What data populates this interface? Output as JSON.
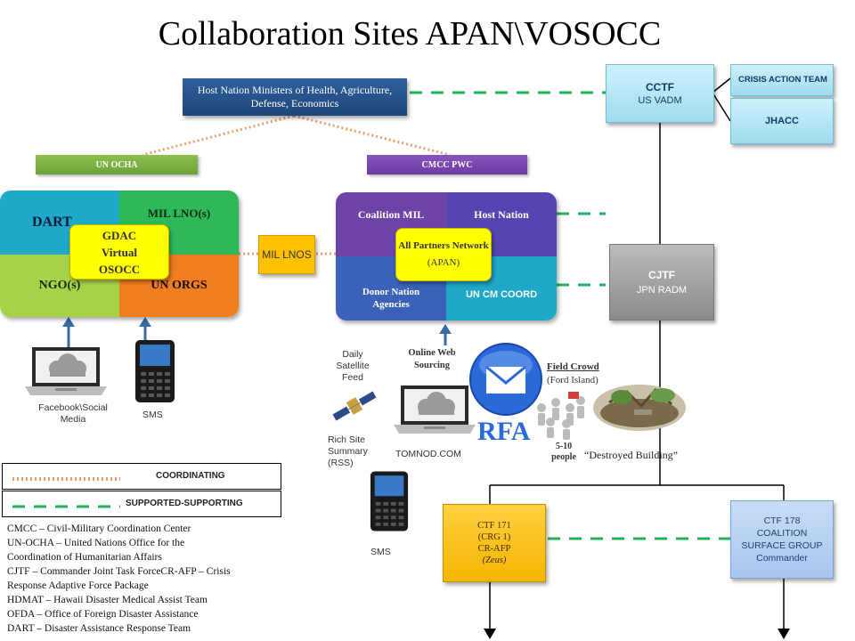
{
  "title": "Collaboration Sites APAN\\VOSOCC",
  "host_nation": "Host Nation Ministers of Health, Agriculture, Defense, Economics",
  "un_ocha": "UN OCHA",
  "cmcc_pwc": "CMCC PWC",
  "gdac": {
    "dart": "DART",
    "mil_lnos": "MIL LNO(s)",
    "ngos": "NGO(s)",
    "un_orgs": "UN ORGS",
    "center_line1": "GDAC",
    "center_line2": "Virtual",
    "center_line3": "OSOCC"
  },
  "mil_lnos_box": "MIL LNOS",
  "apan": {
    "coalition_mil": "Coalition MIL",
    "host_nation": "Host Nation",
    "donor_nation": "Donor Nation Agencies",
    "un_cm_coord": "UN CM COORD",
    "center_line1": "All Partners Network",
    "center_line2": "(APAN)"
  },
  "cctf": {
    "title": "CCTF",
    "sub": "US VADM"
  },
  "crisis_action_team": "CRISIS ACTION TEAM",
  "jhacc": "JHACC",
  "cjtf": {
    "title": "CJTF",
    "sub": "JPN RADM"
  },
  "facebook": "Facebook\\Social Media",
  "sms1": "SMS",
  "sms2": "SMS",
  "daily_satellite": "Daily Satellite Feed",
  "online_web": "Online Web Sourcing",
  "rich_site": "Rich Site Summary (RSS)",
  "tomnod": "TOMNOD.COM",
  "rfa": "RFA",
  "field_crowd": "Field Crowd",
  "ford_island": "(Ford Island)",
  "people": "5-10 people",
  "destroyed": "“Destroyed Building”",
  "legend": {
    "coordinating": "COORDINATING",
    "supported": "SUPPORTED-SUPPORTING"
  },
  "ctf171": {
    "l1": "CTF 171",
    "l2": "(CRG 1)",
    "l3": "CR-AFP",
    "l4": "(Zeus)"
  },
  "ctf178": {
    "l1": "CTF 178",
    "l2": "COALITION",
    "l3": "SURFACE GROUP",
    "l4": "Commander"
  },
  "acronyms": [
    "CMCC – Civil-Military Coordination Center",
    "UN-OCHA – United Nations Office for the",
    "Coordination of  Humanitarian  Affairs",
    "CJTF – Commander  Joint Task ForceCR-AFP – Crisis",
    "Response  Adaptive Force Package",
    "HDMAT – Hawaii Disaster Medical Assist Team",
    "OFDA – Office of Foreign Disaster Assistance",
    "DART – Disaster Assistance Response Team"
  ],
  "colors": {
    "green_dash": "#1fb45a",
    "orange_dot": "#e8a070",
    "navy": "#1f4678"
  }
}
